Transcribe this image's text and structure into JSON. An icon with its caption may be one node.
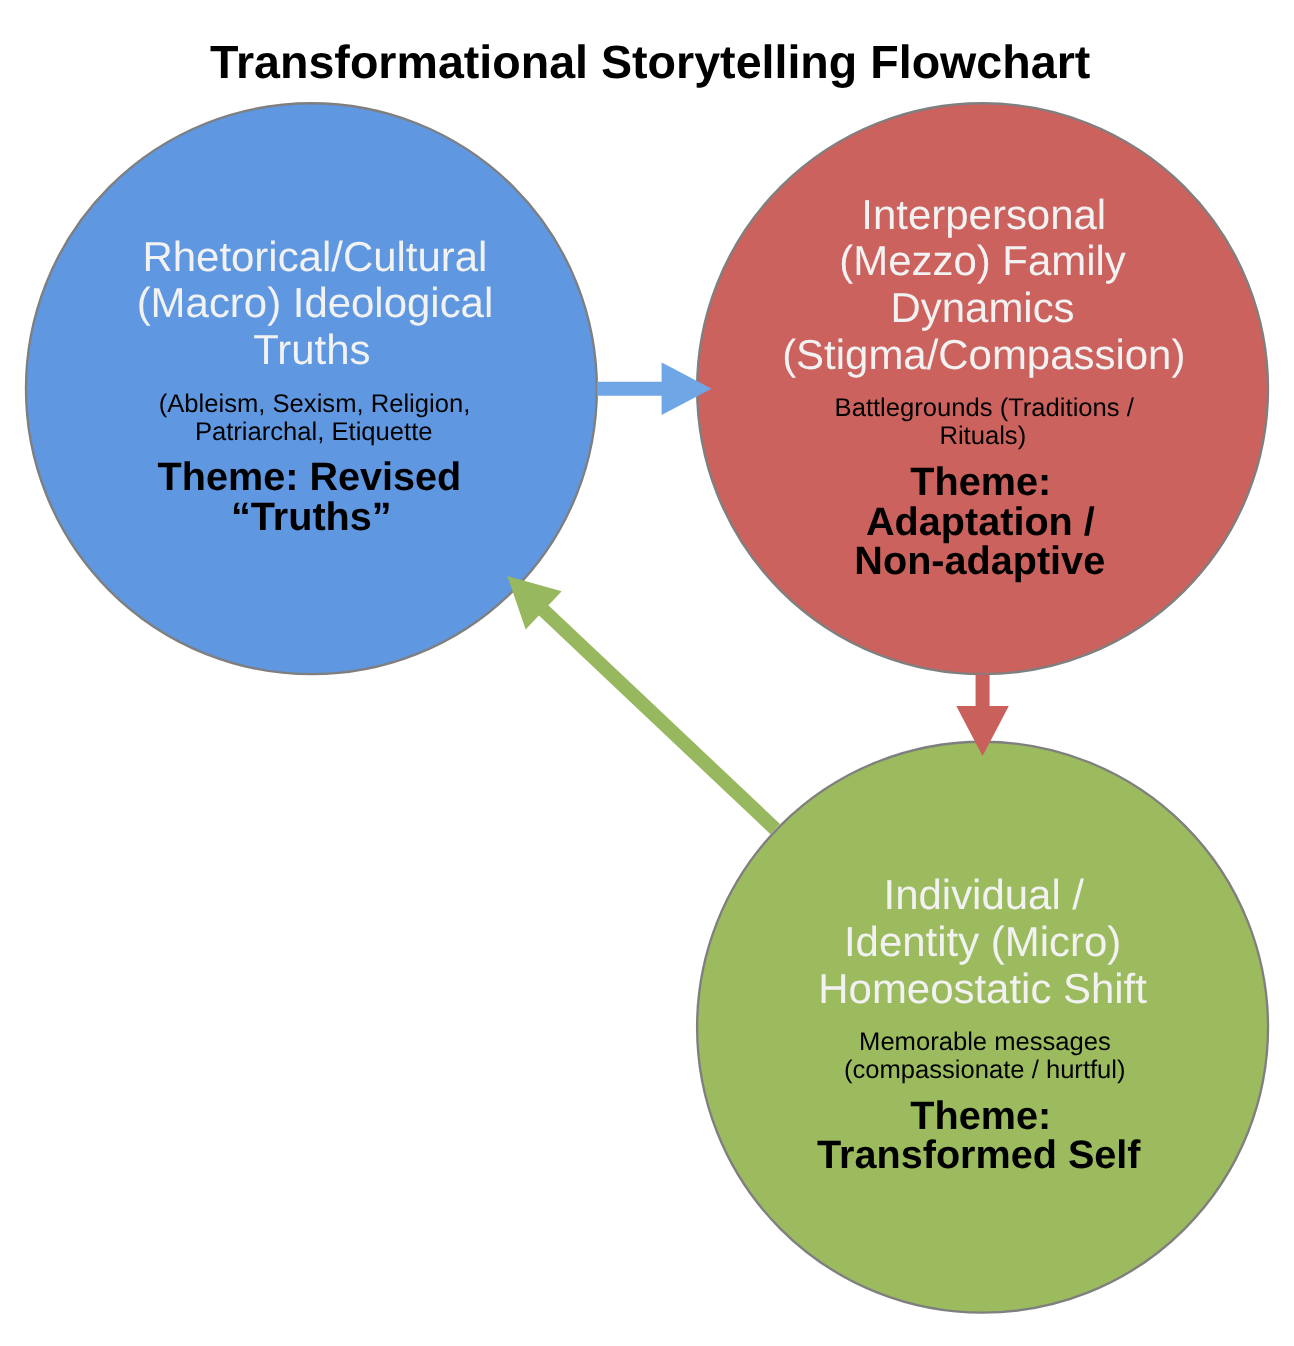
{
  "diagram": {
    "title": "Transformational Storytelling Flowchart",
    "nodes": [
      {
        "text": [
          "Rhetorical/Cultural (Macro) Ideological Truths",
          "(Ableism, Sexism, Religion, Patriarchal, Etiquette",
          "Theme: Revised “Truths”"
        ]
      },
      {
        "text": [
          "Interpersonal (Mezzo) Family Dynamics (Stigma/Compassion)",
          "Battlegrounds (Traditions / Rituals)",
          "Theme: Adaptation / Non-adaptive"
        ]
      },
      {
        "text": [
          "Individual / Identity (Micro) Homeostatic Shift",
          "Memorable messages (compassionate / hurtful)",
          "Theme: Transformed Self"
        ]
      }
    ],
    "edges": [
      {
        "from": 0,
        "to": 1,
        "arrow": "to",
        "color": "#6fa6e6"
      },
      {
        "from": 1,
        "to": 2,
        "arrow": "to",
        "color": "#c9605c"
      },
      {
        "from": 2,
        "to": 0,
        "arrow": "to",
        "color": "#97b85e"
      }
    ]
  }
}
